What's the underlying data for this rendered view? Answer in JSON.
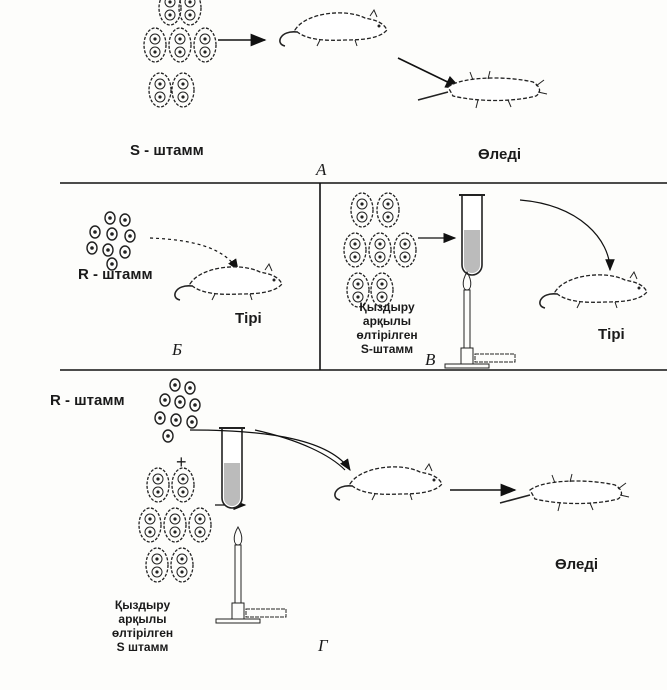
{
  "panel_a": {
    "strain_label": "S - штамм",
    "outcome": "Өледі",
    "letter": "A"
  },
  "panel_b": {
    "strain_label": "R - штамм",
    "outcome": "Тірі",
    "letter": "Б"
  },
  "panel_v": {
    "heat_label": [
      "Қыздыру",
      "арқылы",
      "өлтірілген",
      "S-штамм"
    ],
    "outcome": "Тірі",
    "letter": "В"
  },
  "panel_g": {
    "strain_label": "R - штамм",
    "plus": "+",
    "heat_label": [
      "Қыздыру",
      "арқылы",
      "өлтірілген",
      "S штамм"
    ],
    "outcome": "Өледі",
    "letter": "Г"
  }
}
